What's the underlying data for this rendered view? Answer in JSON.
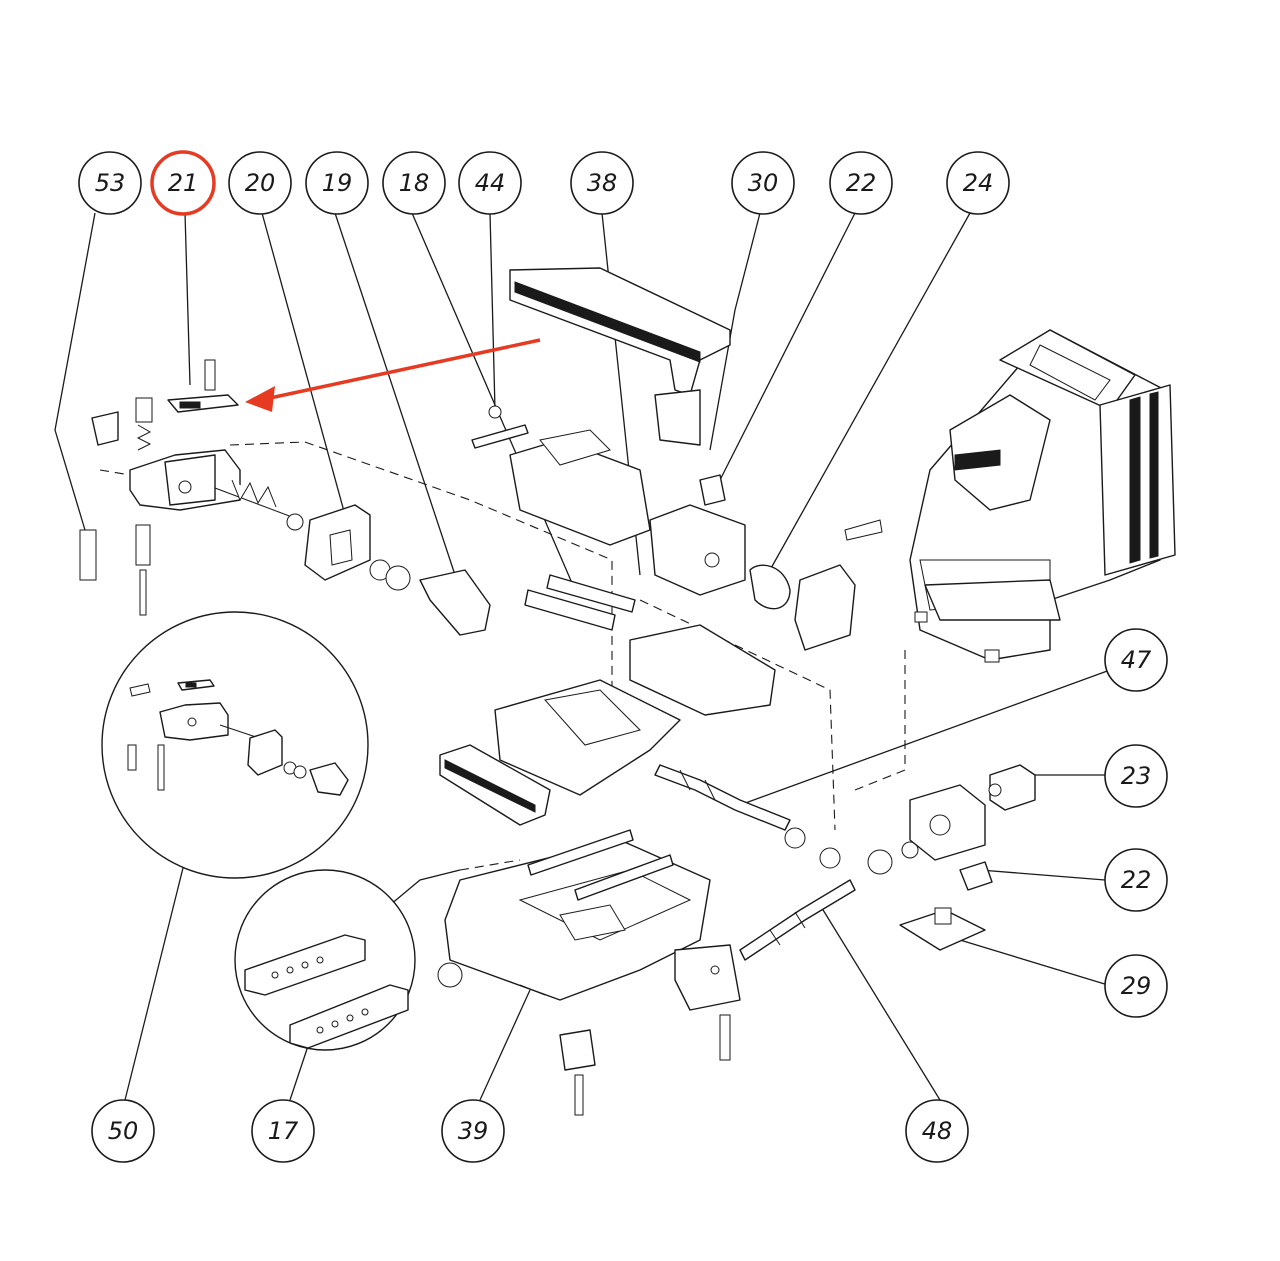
{
  "diagram": {
    "highlight_color": "#e63b22",
    "line_color": "#1a1a1a",
    "highlighted_callout": "21",
    "callouts": [
      {
        "id": "c53",
        "label": "53"
      },
      {
        "id": "c21",
        "label": "21"
      },
      {
        "id": "c20",
        "label": "20"
      },
      {
        "id": "c19",
        "label": "19"
      },
      {
        "id": "c18",
        "label": "18"
      },
      {
        "id": "c44",
        "label": "44"
      },
      {
        "id": "c38",
        "label": "38"
      },
      {
        "id": "c30",
        "label": "30"
      },
      {
        "id": "c22a",
        "label": "22"
      },
      {
        "id": "c24",
        "label": "24"
      },
      {
        "id": "c47",
        "label": "47"
      },
      {
        "id": "c23",
        "label": "23"
      },
      {
        "id": "c22b",
        "label": "22"
      },
      {
        "id": "c29",
        "label": "29"
      },
      {
        "id": "c50",
        "label": "50"
      },
      {
        "id": "c17",
        "label": "17"
      },
      {
        "id": "c39",
        "label": "39"
      },
      {
        "id": "c48",
        "label": "48"
      }
    ]
  }
}
